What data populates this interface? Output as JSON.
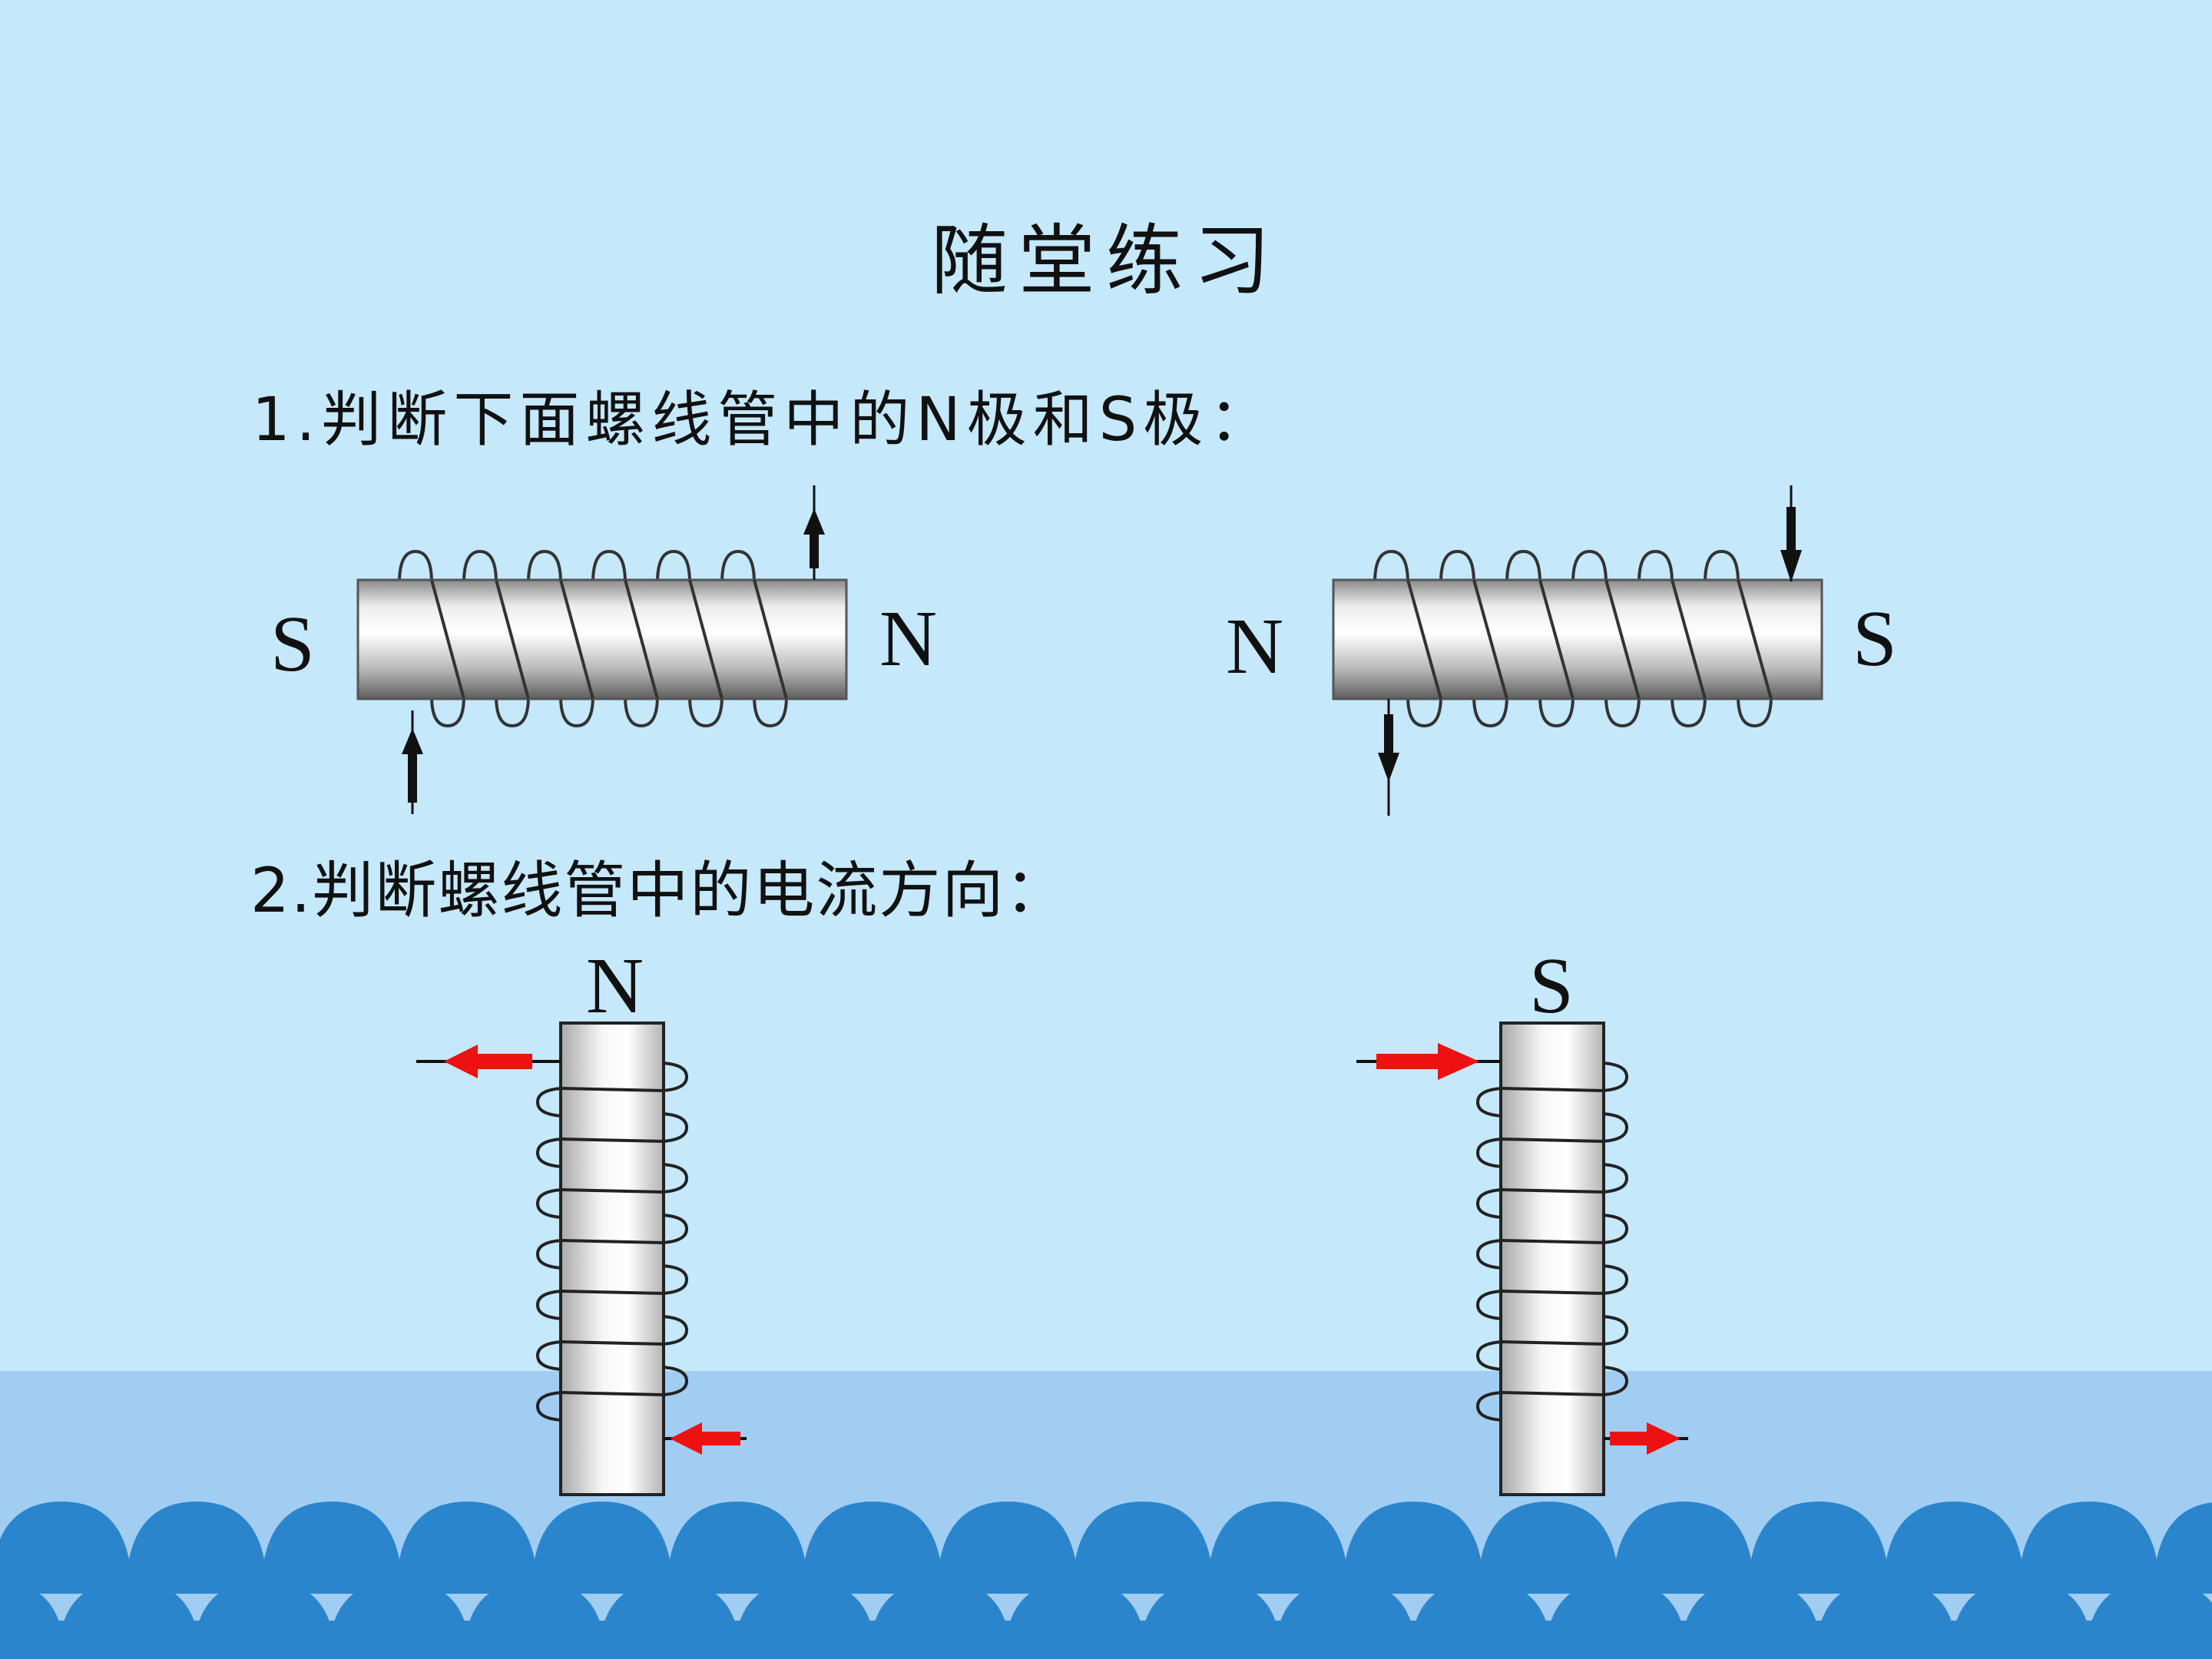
{
  "slide": {
    "title": "随堂练习",
    "question1": "1.判断下面螺线管中的N极和S极：",
    "question2": "2.判断螺线管中的电流方向："
  },
  "solenoid_1": {
    "left_pole": "S",
    "right_pole": "N"
  },
  "solenoid_2": {
    "left_pole": "N",
    "right_pole": "S"
  },
  "solenoid_3": {
    "top_pole": "N"
  },
  "solenoid_4": {
    "top_pole": "S"
  },
  "colors": {
    "background": "#c5e8fb",
    "water": "#a2cdf2",
    "waves": "#2a85cc",
    "current_arrow": "#ee1111"
  }
}
